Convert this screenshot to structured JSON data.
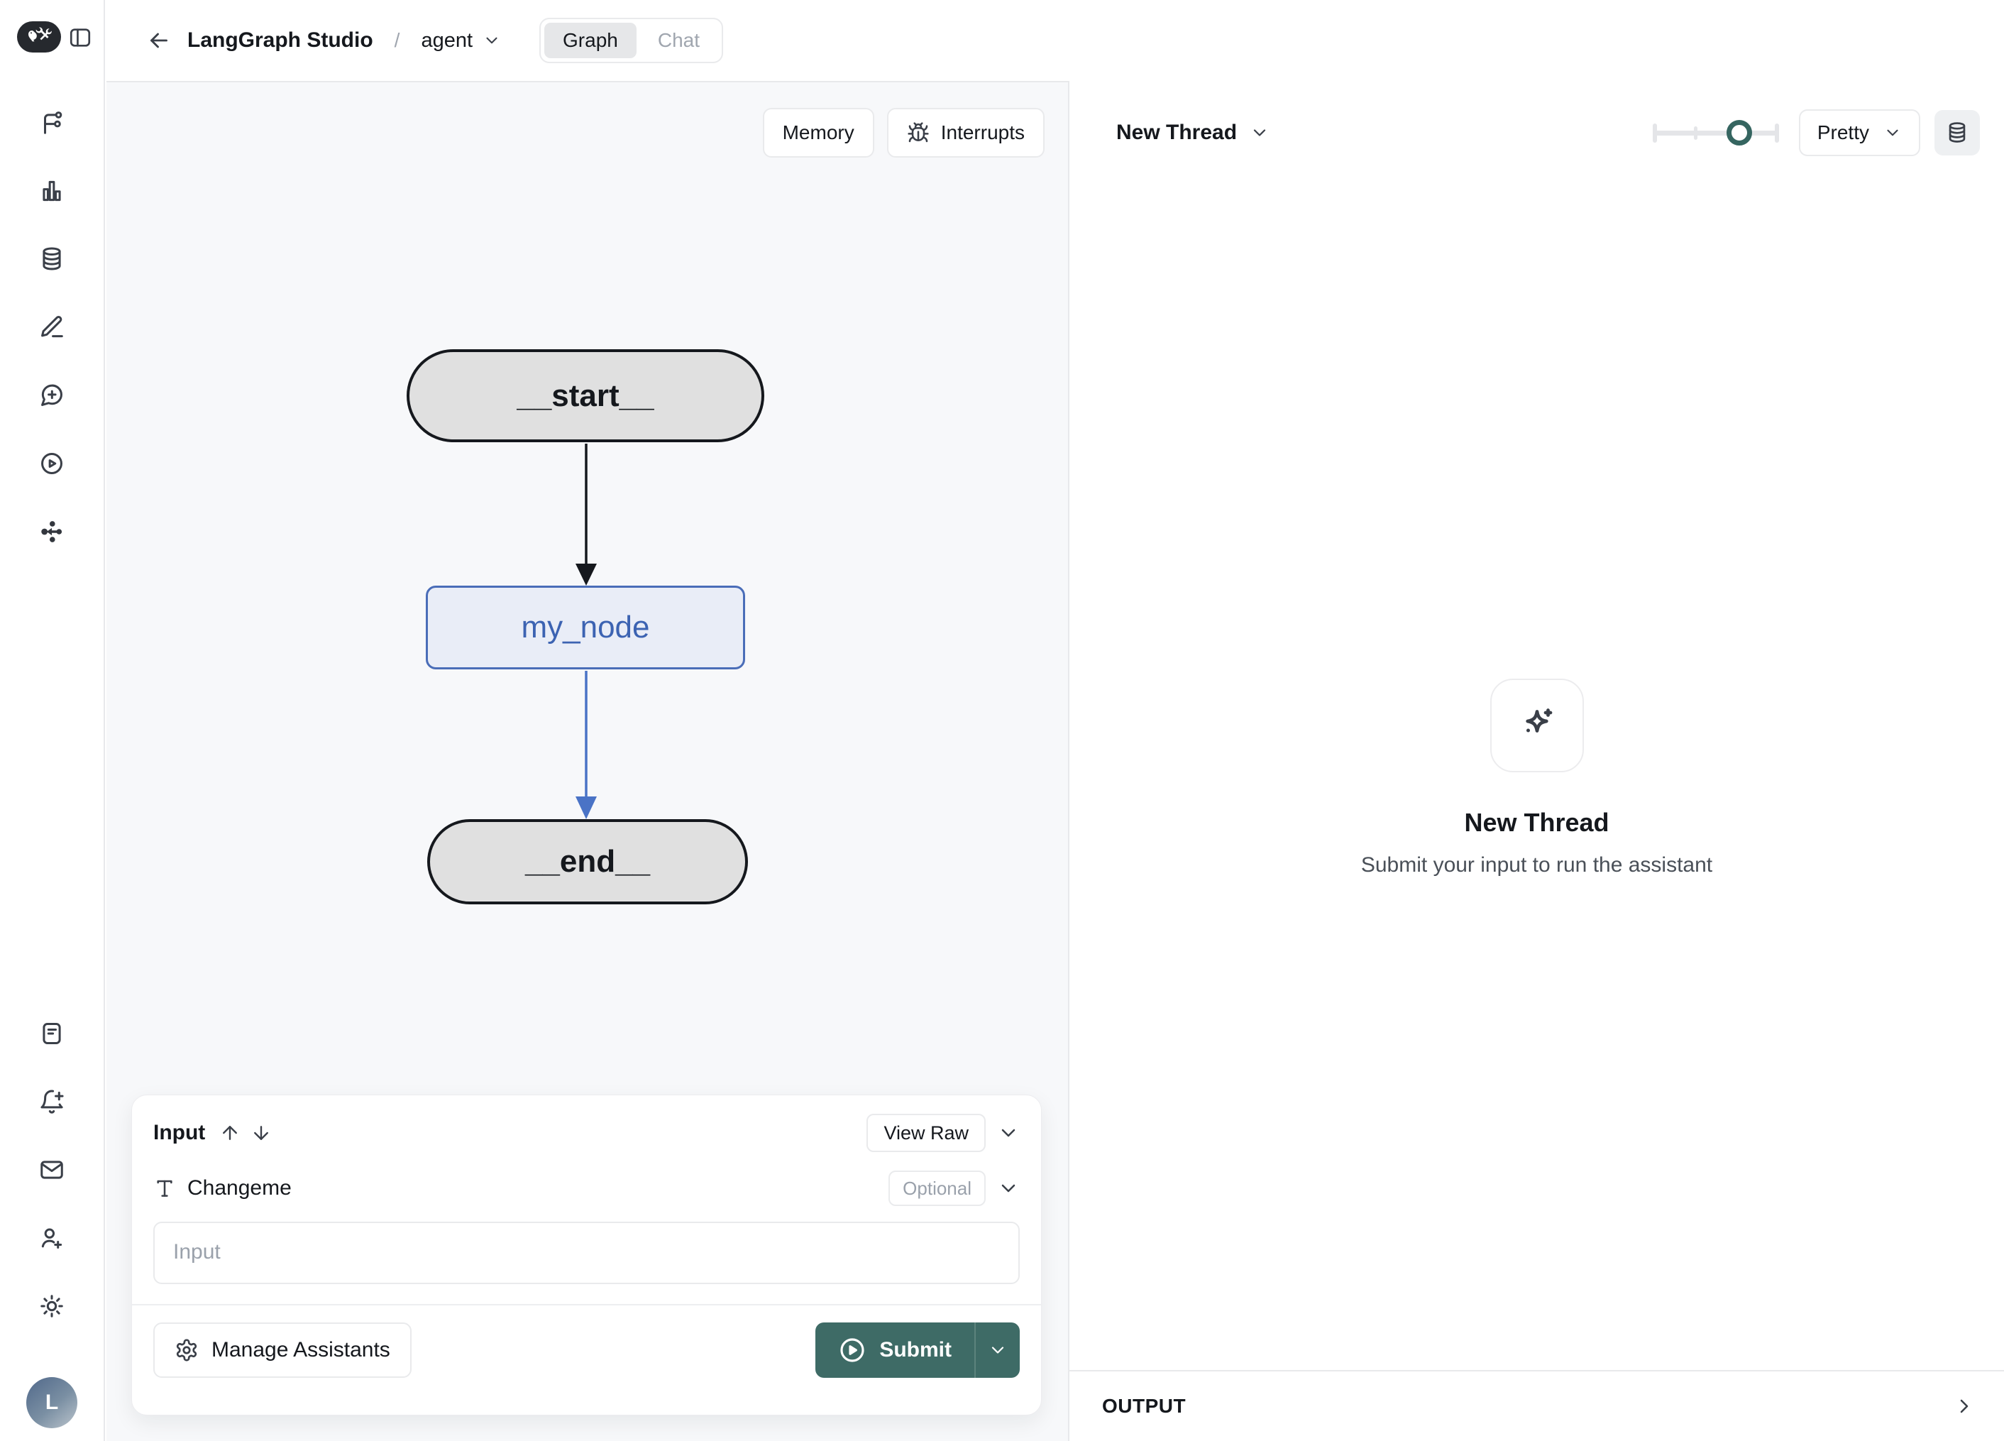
{
  "header": {
    "title": "LangGraph Studio",
    "separator": "/",
    "agent": "agent",
    "tabs": {
      "graph": "Graph",
      "chat": "Chat",
      "active": "Graph"
    }
  },
  "sidebar": {
    "avatar": "L"
  },
  "canvas": {
    "memory": "Memory",
    "interrupts": "Interrupts",
    "nodes": {
      "start": "__start__",
      "middle": "my_node",
      "end": "__end__"
    },
    "edges": [
      {
        "from": "__start__",
        "to": "my_node",
        "color": "#15181d"
      },
      {
        "from": "my_node",
        "to": "__end__",
        "color": "#4a73c6"
      }
    ]
  },
  "input_panel": {
    "title": "Input",
    "view_raw": "View Raw",
    "field_label": "Changeme",
    "optional": "Optional",
    "placeholder": "Input",
    "manage_assistants": "Manage Assistants",
    "submit": "Submit"
  },
  "thread_panel": {
    "title": "New Thread",
    "format": "Pretty",
    "zoom_slider_position": 0.68,
    "empty_title": "New Thread",
    "empty_subtitle": "Submit your input to run the assistant",
    "output": "OUTPUT"
  },
  "colors": {
    "accent_teal": "#3e6b66",
    "slider_knob": "#356560",
    "canvas_bg": "#f7f8fa",
    "border_gray": "#e8e9eb",
    "node_gray_fill": "#e0e0e0",
    "node_border_dark": "#15181d",
    "node_blue_fill": "#e9edf7",
    "node_blue_border": "#4a6db8",
    "node_blue_text": "#3c63b2",
    "edge_blue": "#4a73c6"
  },
  "icons": [
    "langchain-logo",
    "sidebar-toggle-icon",
    "back-arrow-icon",
    "chevron-down-icon",
    "workflow-icon",
    "bar-chart-icon",
    "database-icon",
    "pencil-icon",
    "new-chat-icon",
    "play-circle-icon",
    "graph-nodes-icon",
    "file-text-icon",
    "bell-plus-icon",
    "mail-icon",
    "user-plus-icon",
    "sun-icon",
    "bug-icon",
    "type-icon",
    "arrow-up-icon",
    "arrow-down-icon",
    "sparkles-icon",
    "gear-icon",
    "play-icon",
    "database-small-icon",
    "chevron-right-icon"
  ]
}
